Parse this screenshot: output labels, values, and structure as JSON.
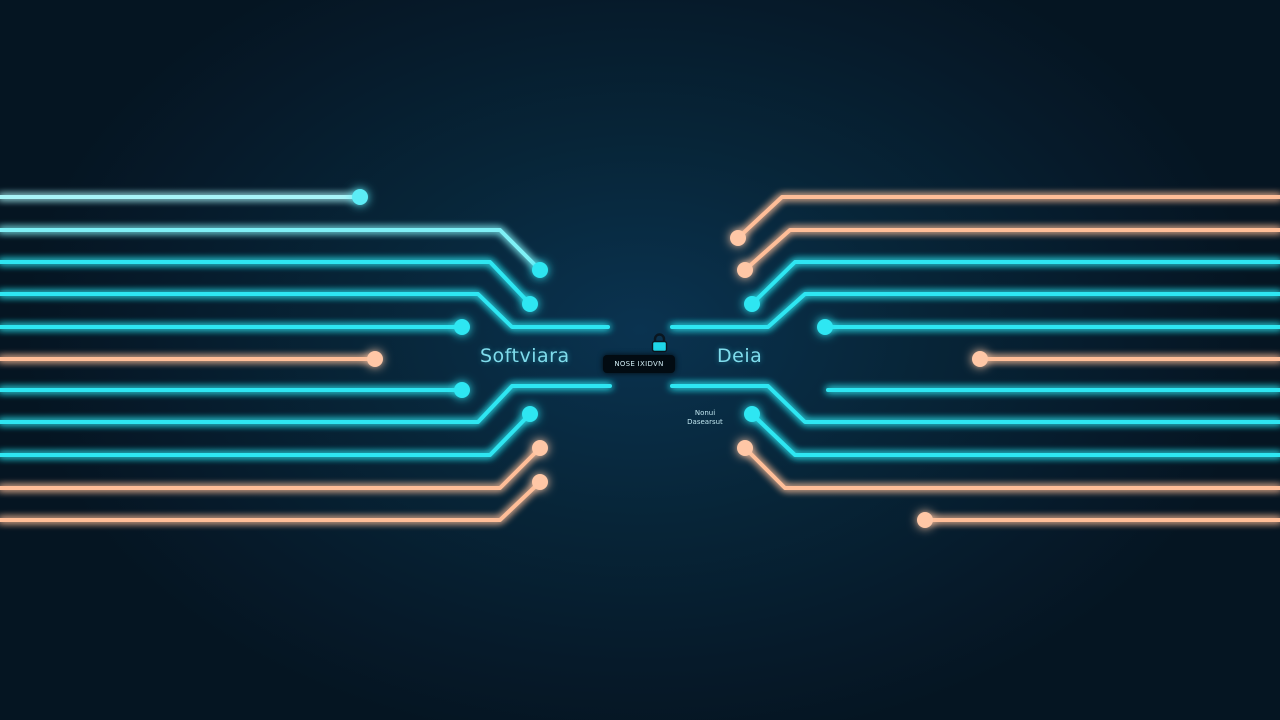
{
  "labels": {
    "left": "Softviara",
    "right": "Deia",
    "center_badge": "NOSE IXIDVN",
    "caption_line1": "Nonui",
    "caption_line2": "Dasearsut"
  },
  "colors": {
    "background": "#061a2a",
    "cyan": "#2ee6f2",
    "peach": "#ffbe98",
    "text": "#7fdcec"
  },
  "icons": {
    "center": "lock-icon"
  }
}
